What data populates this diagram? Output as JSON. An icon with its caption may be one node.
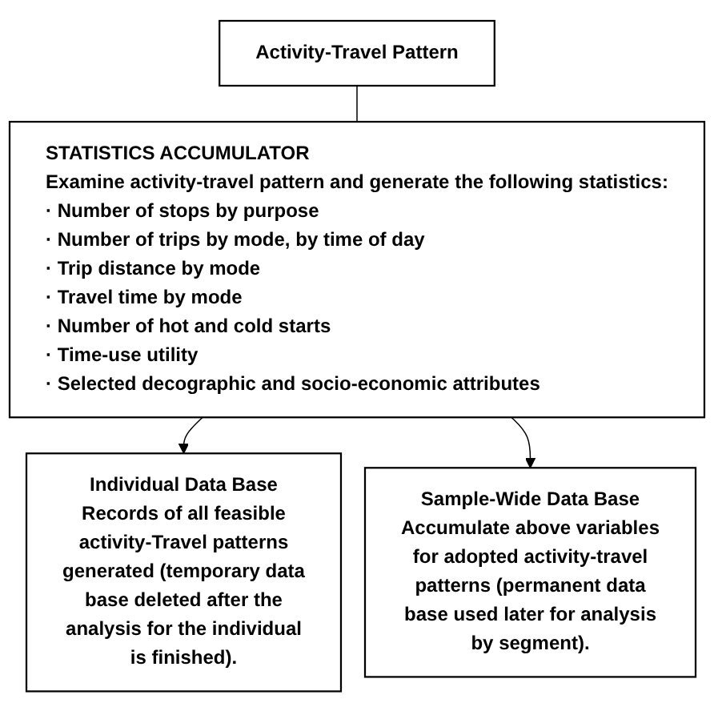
{
  "diagram": {
    "nodes": [
      {
        "text": [
          "Activity-Travel Pattern"
        ]
      },
      {
        "text": [
          "STATISTICS ACCUMULATOR",
          "Examine activity-travel pattern and generate the following statistics:",
          "· Number of stops by purpose",
          "· Number of trips by mode, by time of day",
          "· Trip distance by mode",
          "· Travel time by mode",
          "· Number of hot and cold starts",
          "· Time-use utility",
          "· Selected decographic and socio-economic attributes"
        ]
      },
      {
        "text": [
          "Individual Data Base",
          "Records of all feasible activity-Travel patterns generated (temporary data base deleted after the analysis for the individual is finished)."
        ]
      },
      {
        "text": [
          "Sample-Wide Data Base",
          "Accumulate above variables for adopted activity-travel patterns (permanent data base used later for analysis by segment)."
        ]
      }
    ],
    "edges": [
      {
        "from": 0,
        "to": 1,
        "arrow": "none"
      },
      {
        "from": 1,
        "to": 2,
        "arrow": "to"
      },
      {
        "from": 1,
        "to": 3,
        "arrow": "to"
      }
    ]
  }
}
